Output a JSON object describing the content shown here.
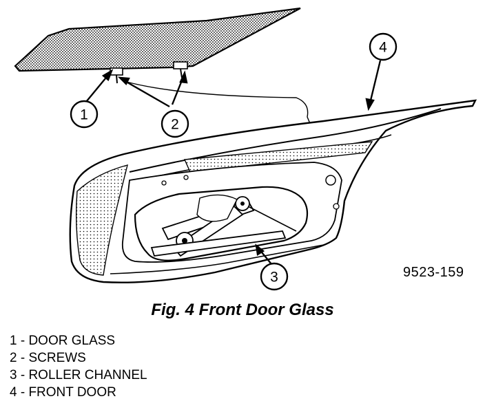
{
  "figure": {
    "code": "9523-159",
    "caption": "Fig. 4 Front Door Glass"
  },
  "callouts": [
    {
      "number": "1"
    },
    {
      "number": "2"
    },
    {
      "number": "3"
    },
    {
      "number": "4"
    }
  ],
  "legend": [
    {
      "text": "1 - DOOR GLASS"
    },
    {
      "text": "2 - SCREWS"
    },
    {
      "text": "3 - ROLLER CHANNEL"
    },
    {
      "text": "4 - FRONT DOOR"
    }
  ]
}
